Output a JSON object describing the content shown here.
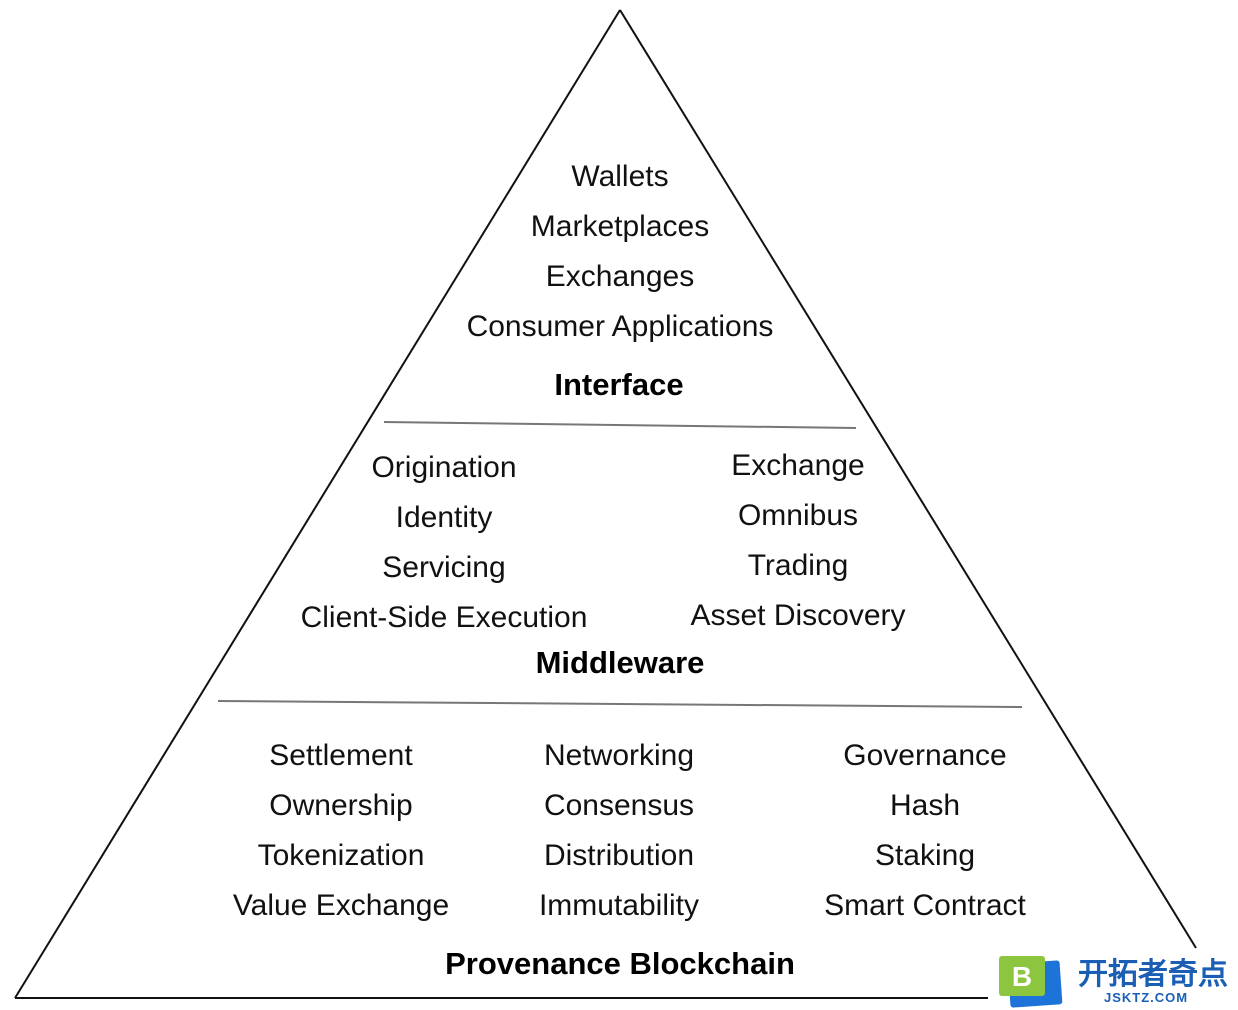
{
  "diagram": {
    "interface": {
      "title": "Interface",
      "items": [
        "Wallets",
        "Marketplaces",
        "Exchanges",
        "Consumer Applications"
      ]
    },
    "middleware": {
      "title": "Middleware",
      "left": [
        "Origination",
        "Identity",
        "Servicing",
        "Client-Side Execution"
      ],
      "right": [
        "Exchange",
        "Omnibus",
        "Trading",
        "Asset Discovery"
      ]
    },
    "blockchain": {
      "title": "Provenance Blockchain",
      "col1": [
        "Settlement",
        "Ownership",
        "Tokenization",
        "Value Exchange"
      ],
      "col2": [
        "Networking",
        "Consensus",
        "Distribution",
        "Immutability"
      ],
      "col3": [
        "Governance",
        "Hash",
        "Staking",
        "Smart Contract"
      ]
    }
  },
  "watermark": {
    "glyph": "B",
    "name": "开拓者奇点",
    "domain": "JSKTZ.COM",
    "colors": {
      "green": "#8cc63f",
      "blue": "#1e73d8",
      "text": "#1a5fb4"
    }
  }
}
